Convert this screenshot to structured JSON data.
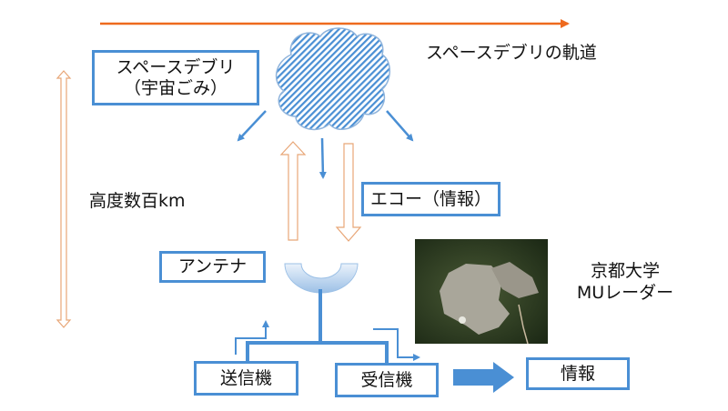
{
  "orbit_label": "スペースデブリの軌道",
  "debris_box": {
    "line1": "スペースデブリ",
    "line2": "（宇宙ごみ）"
  },
  "altitude_label": "高度数百km",
  "echo_box": "エコー（情報）",
  "antenna_box": "アンテナ",
  "transmitter_box": "送信機",
  "receiver_box": "受信機",
  "info_box": "情報",
  "radar_label": {
    "line1": "京都大学",
    "line2": "MUレーダー"
  },
  "colors": {
    "box_border": "#4a8fd4",
    "orbit_line": "#ee6a1e",
    "hollow_arrow": "#e8a677",
    "arrow_blue": "#4a8fd4"
  }
}
